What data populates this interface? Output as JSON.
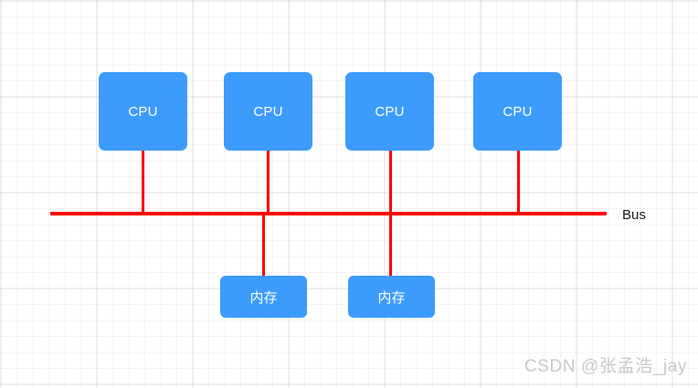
{
  "diagram": {
    "title": "Bus-based multiprocessor diagram",
    "background": {
      "grid": "graph-paper",
      "color": "#ffffff"
    },
    "colors": {
      "node_fill": "#3d9bfb",
      "node_text": "#ffffff",
      "wire": "#fe0000",
      "label_text": "#1b1b1b",
      "watermark_text": "#c8c8c8",
      "grid_line": "#f0f0f0"
    },
    "nodes": {
      "cpus": [
        {
          "label": "CPU"
        },
        {
          "label": "CPU"
        },
        {
          "label": "CPU"
        },
        {
          "label": "CPU"
        }
      ],
      "memories": [
        {
          "label": "内存"
        },
        {
          "label": "内存"
        }
      ]
    },
    "bus": {
      "label": "Bus"
    },
    "watermark": {
      "text": "CSDN @张孟浩_jay"
    }
  }
}
